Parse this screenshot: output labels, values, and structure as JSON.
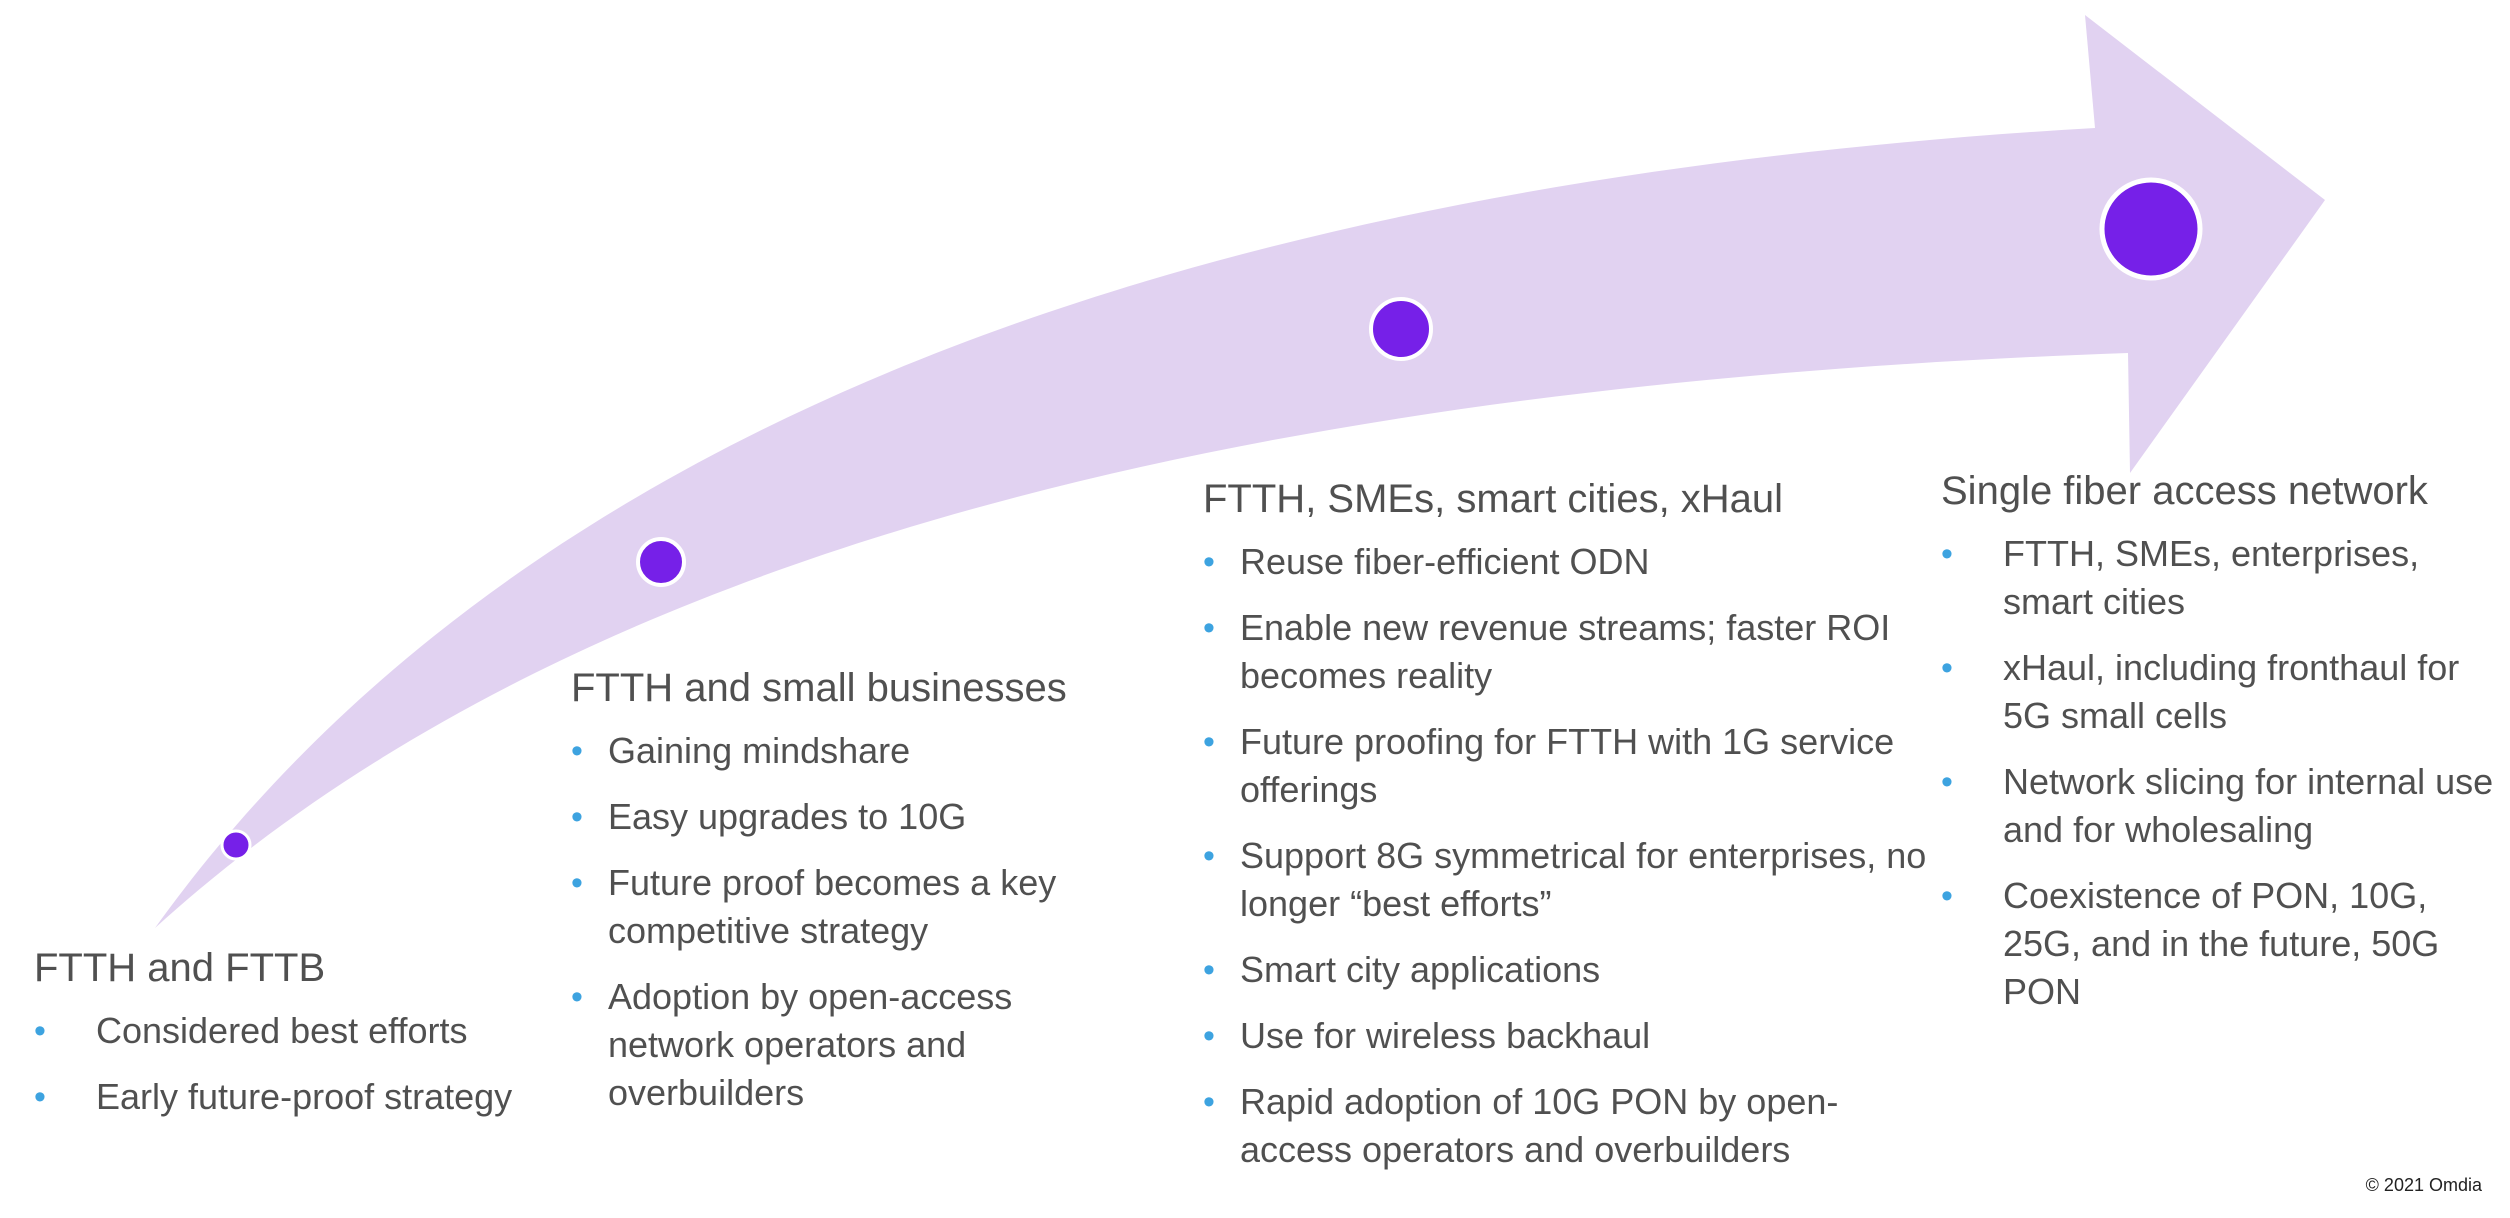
{
  "colors": {
    "arrow_fill": "#E1D2F1",
    "milestone_dot": "#7620E8",
    "milestone_ring": "#FFFFFF",
    "bullet": "#3DA3E0",
    "text": "#505050"
  },
  "stages": [
    {
      "title": "FTTH and FTTB",
      "bullets": [
        "Considered best efforts",
        "Early future-proof strategy"
      ]
    },
    {
      "title": "FTTH and small businesses",
      "bullets": [
        "Gaining mindshare",
        "Easy upgrades to 10G",
        "Future proof becomes a key competitive strategy",
        "Adoption by open-access network operators and overbuilders"
      ]
    },
    {
      "title": "FTTH, SMEs, smart cities, xHaul",
      "bullets": [
        "Reuse fiber-efficient ODN",
        "Enable new revenue streams; faster ROI becomes reality",
        "Future proofing for FTTH with 1G service offerings",
        "Support 8G symmetrical for enterprises, no longer “best efforts”",
        "Smart city applications",
        "Use for wireless backhaul",
        "Rapid adoption of 10G PON by open-access operators and overbuilders"
      ]
    },
    {
      "title": "Single fiber access network",
      "bullets": [
        "FTTH, SMEs, enterprises, smart cities",
        "xHaul, including fronthaul for 5G small cells",
        "Network slicing for internal use and for wholesaling",
        "Coexistence of PON, 10G, 25G, and in the future, 50G PON"
      ]
    }
  ],
  "bullet_glyph": "•",
  "copyright": "© 2021 Omdia"
}
